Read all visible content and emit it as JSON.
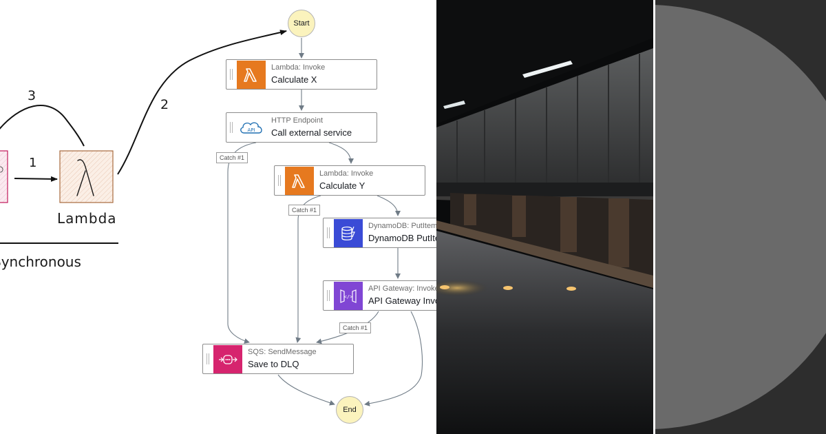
{
  "sketch": {
    "label_1": "1",
    "label_2": "2",
    "label_3": "3",
    "lambda_label": "Lambda",
    "mode_label": "Synchronous"
  },
  "workflow": {
    "start": "Start",
    "end": "End",
    "steps": [
      {
        "type": "Lambda: Invoke",
        "name": "Calculate X",
        "icon": "lambda-icon",
        "color": "#e6791f"
      },
      {
        "type": "HTTP Endpoint",
        "name": "Call external service",
        "icon": "cloud-api-icon",
        "color": "#ffffff"
      },
      {
        "type": "Lambda: Invoke",
        "name": "Calculate Y",
        "icon": "lambda-icon",
        "color": "#e6791f"
      },
      {
        "type": "DynamoDB: PutItem",
        "name": "DynamoDB PutItem",
        "icon": "dynamodb-icon",
        "color": "#3a4bd6"
      },
      {
        "type": "API Gateway: Invoke",
        "name": "API Gateway Invoke",
        "icon": "api-gateway-icon",
        "color": "#8046d4"
      },
      {
        "type": "SQS: SendMessage",
        "name": "Save to DLQ",
        "icon": "sqs-icon",
        "color": "#d6246e"
      }
    ],
    "catches": [
      "Catch #1",
      "Catch #1",
      "Catch #1"
    ]
  }
}
